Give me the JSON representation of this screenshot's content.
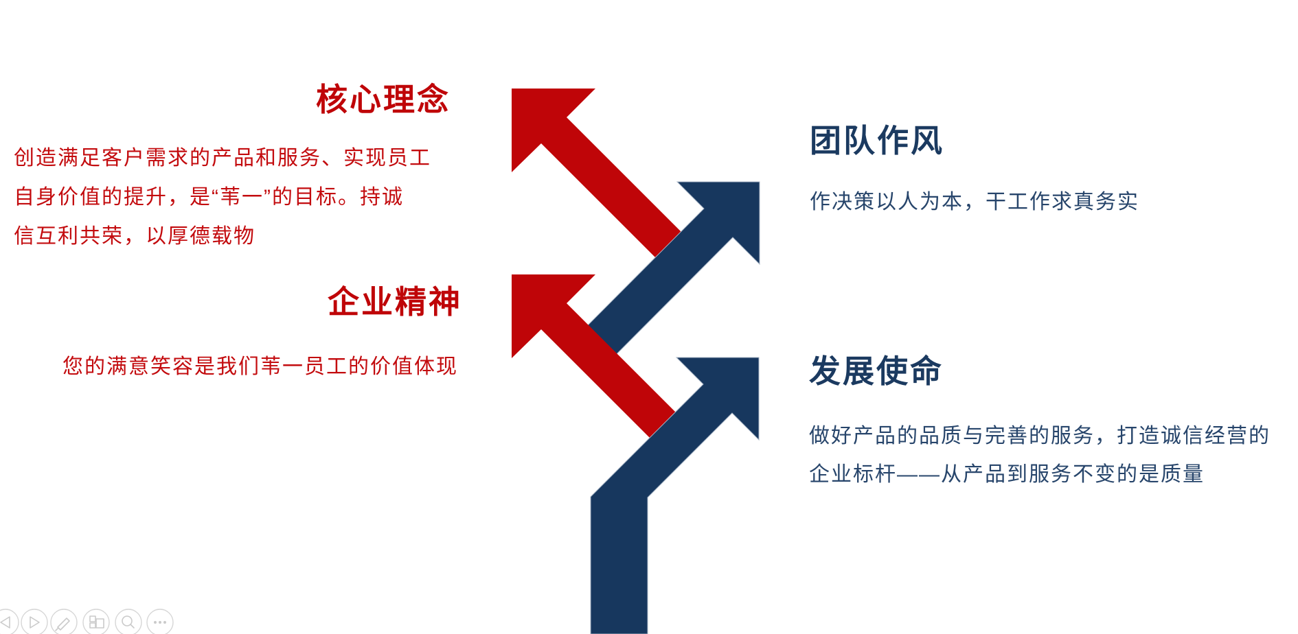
{
  "slide": {
    "left_column": {
      "core": {
        "title": "核心理念",
        "body_lines": [
          "创造满足客户需求的产品和服务、实现员工",
          "自身价值的提升，是“苇一”的目标。持诚",
          "信互利共荣，以厚德载物"
        ]
      },
      "spirit": {
        "title": "企业精神",
        "subtitle": "您的满意笑容是我们苇一员工的价值体现"
      }
    },
    "right_column": {
      "team": {
        "title": "团队作风",
        "body": "作决策以人为本，干工作求真务实"
      },
      "mission": {
        "title": "发展使命",
        "body_lines": [
          "做好产品的品质与完善的服务，打造诚信经营的",
          "企业标杆——从产品到服务不变的是质量"
        ]
      }
    }
  },
  "colors": {
    "red_arrow": "#BF0508",
    "red_title": "#BF0508",
    "red_body": "#C30B0E",
    "navy_arrow": "#17375E",
    "navy_outline": "#A9B6C6",
    "navy_title": "#1B3A60",
    "navy_body": "#27456B",
    "control_stroke": "#D4D4D4",
    "control_icon": "#C8C8C8"
  },
  "controls": [
    {
      "name": "previous"
    },
    {
      "name": "next"
    },
    {
      "name": "pen"
    },
    {
      "name": "see-all-slides"
    },
    {
      "name": "zoom"
    },
    {
      "name": "more"
    }
  ]
}
